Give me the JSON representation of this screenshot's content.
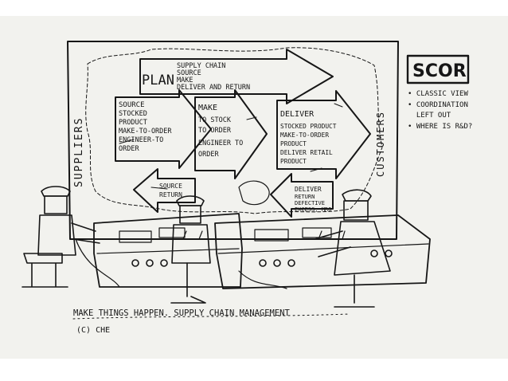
{
  "plan": {
    "title": "PLAN",
    "lines": [
      "SUPPLY CHAIN",
      "SOURCE",
      "MAKE",
      "DELIVER AND RETURN"
    ]
  },
  "source": {
    "title": "SOURCE",
    "lines": [
      "STOCKED",
      "PRODUCT",
      "MAKE-TO-ORDER",
      "ENGINEER-TO",
      "ORDER"
    ]
  },
  "make": {
    "title": "MAKE",
    "lines": [
      "TO STOCK",
      "TO ORDER",
      "ENGINEER TO",
      "ORDER"
    ]
  },
  "deliver": {
    "title": "DELIVER",
    "lines": [
      "STOCKED PRODUCT",
      "MAKE-TO-ORDER",
      "PRODUCT",
      "DELIVER RETAIL",
      "PRODUCT"
    ]
  },
  "source_return": {
    "lines": [
      "SOURCE",
      "RETURN"
    ]
  },
  "deliver_return": {
    "title": "DELIVER",
    "lines": [
      "RETURN",
      "DEFECTIVE",
      "EXCESS, MRO"
    ]
  },
  "side_labels": {
    "left": "SUPPLIERS",
    "right": "CUSTOMERS"
  },
  "scor": {
    "logo": "SCOR",
    "bullets": [
      "• CLASSIC VIEW",
      "• COORDINATION",
      "  LEFT OUT",
      "• WHERE IS R&D?"
    ]
  },
  "caption": "MAKE THINGS HAPPEN. SUPPLY CHAIN MANAGEMENT",
  "credit": "(C) CHE",
  "colors": {
    "ink": "#161616",
    "paper": "#f2f2ee",
    "background": "#ffffff"
  }
}
